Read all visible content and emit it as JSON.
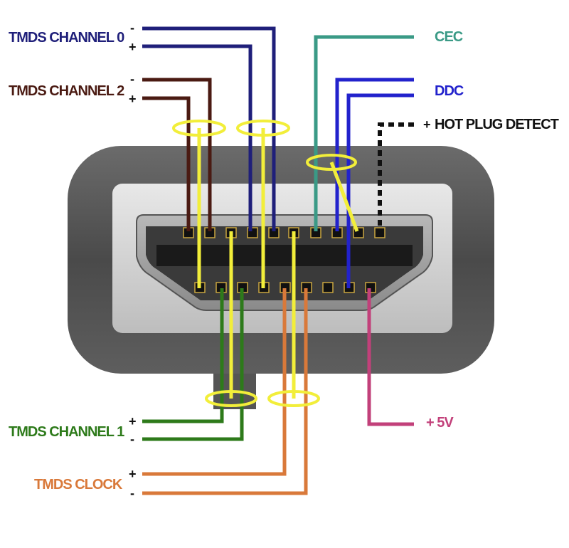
{
  "labels": {
    "tmds_channel_0": "TMDS CHANNEL 0",
    "tmds_channel_2": "TMDS CHANNEL 2",
    "tmds_channel_1": "TMDS CHANNEL 1",
    "tmds_clock": "TMDS CLOCK",
    "cec": "CEC",
    "ddc": "DDC",
    "hot_plug_detect": "HOT PLUG DETECT",
    "plus_5v": "+ 5V"
  },
  "signs": {
    "plus": "+",
    "minus": "-"
  },
  "colors": {
    "tmds_channel_0": "#1f1f7a",
    "tmds_channel_2": "#4a1a12",
    "tmds_channel_1": "#2d7a1a",
    "tmds_clock": "#d9793a",
    "cec": "#3a9a86",
    "ddc": "#2222cc",
    "hot_plug_detect": "#111111",
    "plus_5v": "#c2407a",
    "shield": "#f2ee3a"
  }
}
